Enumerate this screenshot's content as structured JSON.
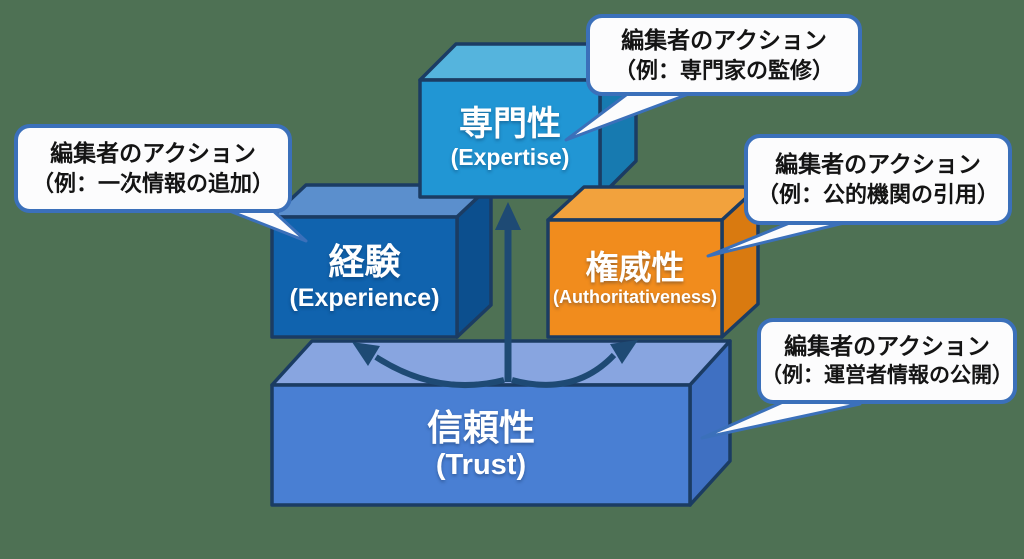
{
  "colors": {
    "background": "#4e7154",
    "outline": "#1b3c63",
    "arrow": "#1e4a74",
    "bubble_border": "#3b70ba",
    "bubble_fill": "#fcfcfd",
    "bubble_text": "#141414",
    "box_label_text": "#ffffff"
  },
  "boxes": {
    "expertise": {
      "label_ja": "専門性",
      "label_en": "(Expertise)",
      "front": "#2196d4",
      "top": "#55b4dd",
      "side": "#177ab0"
    },
    "experience": {
      "label_ja": "経験",
      "label_en": "(Experience)",
      "front": "#1063ae",
      "top": "#5b8fcd",
      "side": "#0c4f8e"
    },
    "authoritativeness": {
      "label_ja": "権威性",
      "label_en": "(Authoritativeness)",
      "front": "#f18c1d",
      "top": "#f2a23d",
      "side": "#d97a10"
    },
    "trust": {
      "label_ja": "信頼性",
      "label_en": "(Trust)",
      "front": "#497fd3",
      "top": "#88a5e0",
      "side": "#3f70c2"
    }
  },
  "callouts": {
    "expertise": {
      "line1": "編集者のアクション",
      "line2": "（例：専門家の監修）"
    },
    "experience": {
      "line1": "編集者のアクション",
      "line2": "（例：一次情報の追加）"
    },
    "authoritativeness": {
      "line1": "編集者のアクション",
      "line2": "（例：公的機関の引用）"
    },
    "trust": {
      "line1": "編集者のアクション",
      "line2": "（例：運営者情報の公開）"
    }
  }
}
